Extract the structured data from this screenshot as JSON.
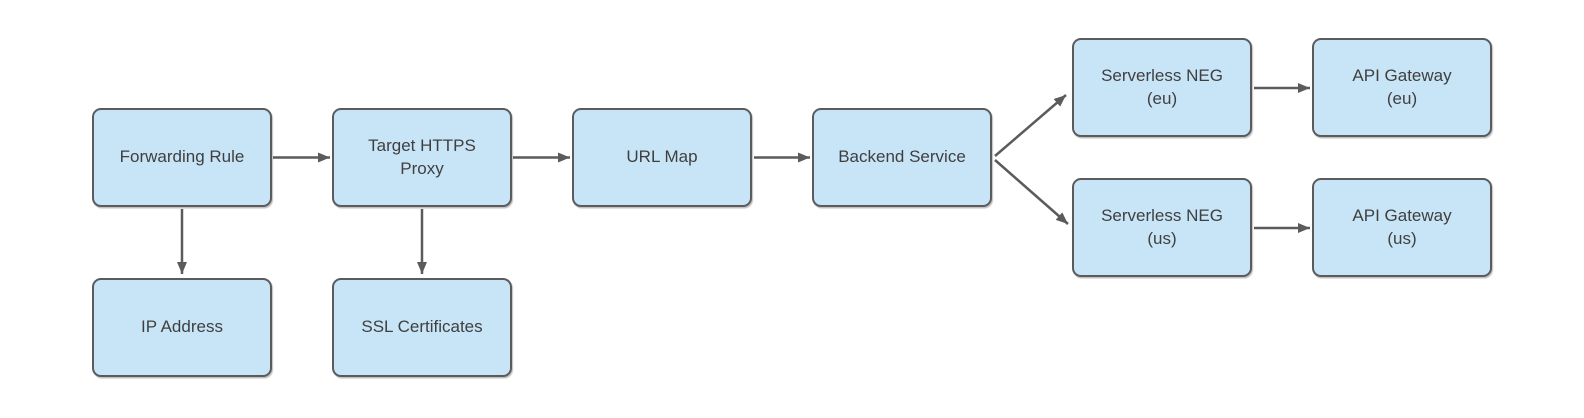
{
  "diagram": {
    "background_color": "#ffffff",
    "node_fill_color": "#c8e5f7",
    "node_border_color": "#5b5b5b",
    "arrow_color": "#5b5b5b",
    "text_color": "#3f3f3f",
    "nodes": [
      {
        "id": "forwarding-rule",
        "label": "Forwarding Rule"
      },
      {
        "id": "target-https-proxy",
        "label": "Target HTTPS\nProxy"
      },
      {
        "id": "url-map",
        "label": "URL Map"
      },
      {
        "id": "backend-service",
        "label": "Backend Service"
      },
      {
        "id": "serverless-neg-eu",
        "label": "Serverless NEG\n(eu)"
      },
      {
        "id": "api-gateway-eu",
        "label": "API Gateway\n(eu)"
      },
      {
        "id": "serverless-neg-us",
        "label": "Serverless NEG\n(us)"
      },
      {
        "id": "api-gateway-us",
        "label": "API Gateway\n(us)"
      },
      {
        "id": "ip-address",
        "label": "IP Address"
      },
      {
        "id": "ssl-certificates",
        "label": "SSL Certificates"
      }
    ],
    "edges": [
      {
        "from": "forwarding-rule",
        "to": "target-https-proxy"
      },
      {
        "from": "target-https-proxy",
        "to": "url-map"
      },
      {
        "from": "url-map",
        "to": "backend-service"
      },
      {
        "from": "backend-service",
        "to": "serverless-neg-eu"
      },
      {
        "from": "backend-service",
        "to": "serverless-neg-us"
      },
      {
        "from": "serverless-neg-eu",
        "to": "api-gateway-eu"
      },
      {
        "from": "serverless-neg-us",
        "to": "api-gateway-us"
      },
      {
        "from": "forwarding-rule",
        "to": "ip-address"
      },
      {
        "from": "target-https-proxy",
        "to": "ssl-certificates"
      }
    ]
  }
}
